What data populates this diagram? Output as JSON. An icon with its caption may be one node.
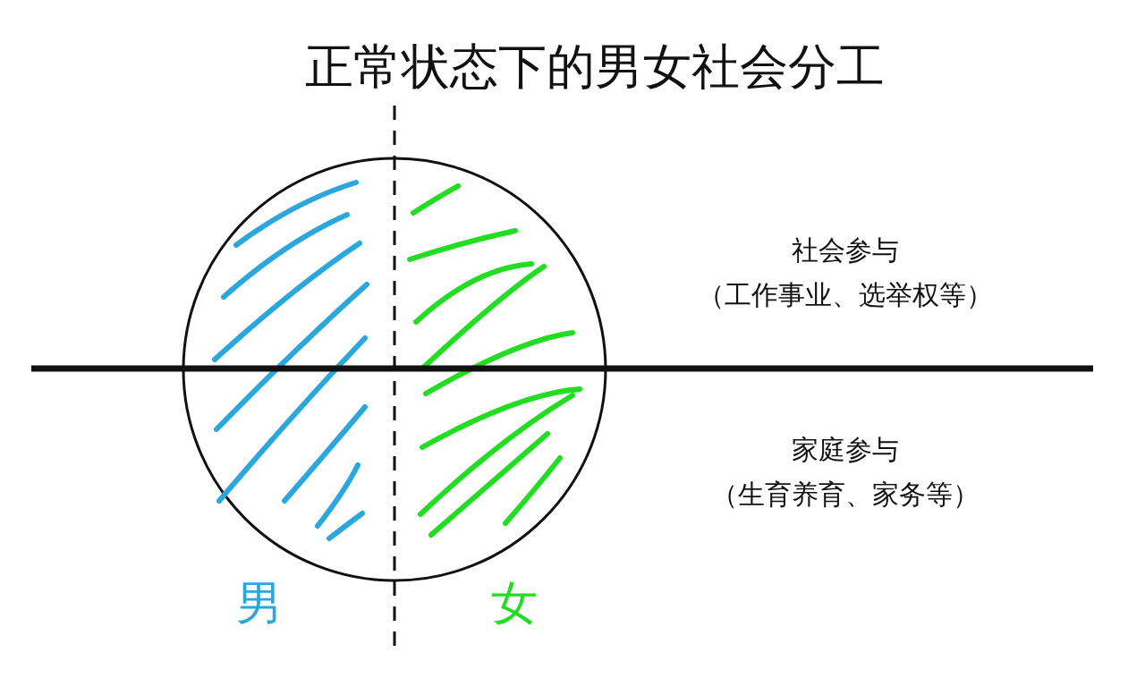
{
  "diagram": {
    "title": "正常状态下的男女社会分工",
    "labels": [
      "社会参与",
      "（工作事业、选举权等）",
      "家庭参与",
      "（生育养育、家务等）",
      "男",
      "女"
    ]
  }
}
